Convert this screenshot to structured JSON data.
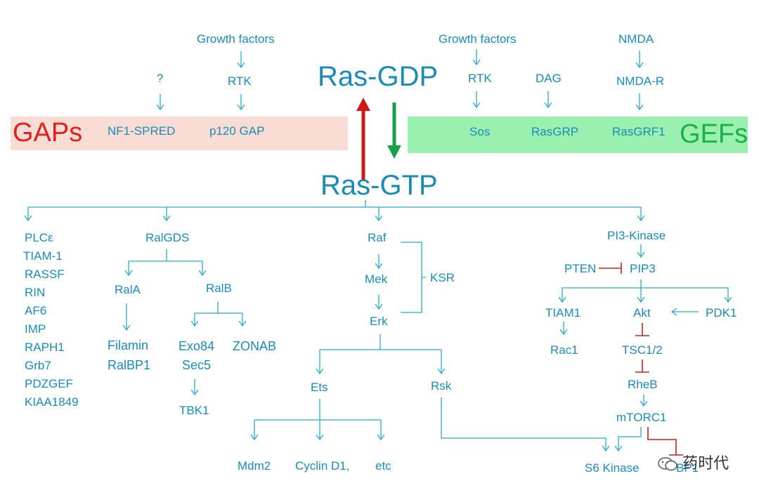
{
  "header": {
    "ras_gdp": "Ras-GDP",
    "ras_gtp": "Ras-GTP",
    "gaps": "GAPs",
    "gefs": "GEFs"
  },
  "gap_side": {
    "unknown_input": "?",
    "growth_factors": "Growth factors",
    "rtk": "RTK",
    "nf1": "NF1-SPRED",
    "p120": "p120 GAP"
  },
  "gef_side": {
    "growth_factors": "Growth factors",
    "rtk": "RTK",
    "dag": "DAG",
    "nmda": "NMDA",
    "nmda_r": "NMDA-R",
    "sos": "Sos",
    "rasgrp": "RasGRP",
    "rasgrf1": "RasGRF1"
  },
  "effectors_list": [
    "PLCε",
    "TIAM-1",
    "RASSF",
    "RIN",
    "AF6",
    "IMP",
    "RAPH1",
    "Grb7",
    "PDZGEF",
    "KIAA1849"
  ],
  "ral": {
    "ralgds": "RalGDS",
    "rala": "RalA",
    "ralb": "RalB",
    "filamin": "Filamin",
    "ralbp1": "RalBP1",
    "exo84": "Exo84",
    "sec5": "Sec5",
    "zonab": "ZONAB",
    "tbk1": "TBK1"
  },
  "mapk": {
    "raf": "Raf",
    "mek": "Mek",
    "erk": "Erk",
    "ksr": "KSR",
    "ets": "Ets",
    "rsk": "Rsk",
    "mdm2": "Mdm2",
    "cyclin": "Cyclin D1,",
    "etc": "etc"
  },
  "pi3k": {
    "pi3k": "PI3-Kinase",
    "pten": "PTEN",
    "pip3": "PIP3",
    "tiam1": "TIAM1",
    "akt": "Akt",
    "pdk1": "PDK1",
    "rac1": "Rac1",
    "tsc": "TSC1/2",
    "rheb": "RheB",
    "mtorc1": "mTORC1",
    "s6k": "S6 Kinase",
    "bp1": "BP1"
  },
  "watermark": {
    "text": "药时代"
  },
  "colors": {
    "text": "#1a8ab8",
    "line": "#2aa9c9",
    "inhibit": "#cc2020",
    "gaps": "#e0201c",
    "gefs": "#1bb04a",
    "gaps_band": "#f9ddd4",
    "gefs_band": "#9af0ae"
  }
}
